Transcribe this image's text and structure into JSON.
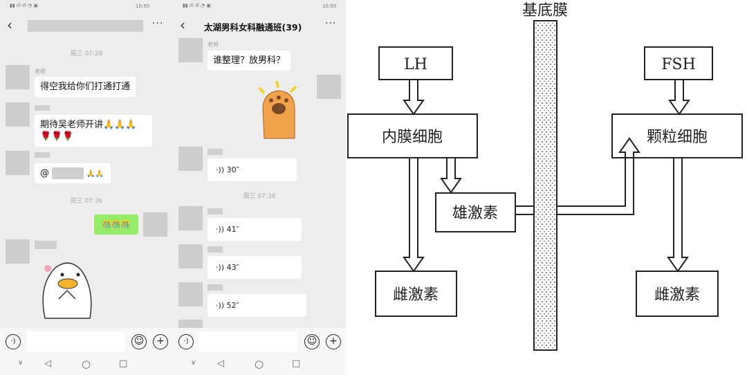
{
  "left_chat": {
    "status_time": "10:50",
    "messages": [
      {
        "time": "周三 07:28"
      },
      {
        "sender": "老师",
        "text": "得空我给你们打通打通"
      },
      {
        "text": "期待吴老师开讲🙏🙏🙏🌹🌹🌹"
      },
      {
        "text": "@",
        "emoji": "🙏🙏"
      },
      {
        "time": "周三 07:36"
      },
      {
        "text": "🎊🎊🎊",
        "outgoing": true
      }
    ]
  },
  "right_chat": {
    "status_time": "10:50",
    "title": "太湖男科女科融通班(39)",
    "sender": "老师",
    "question": "谁整理？放男科？",
    "voice1": "30″",
    "time": "周三 07:38",
    "voice2": "41″",
    "voice3": "43″",
    "voice4": "52″"
  },
  "common": {
    "more": "···",
    "back": "‹"
  },
  "diagram": {
    "membrane": "基底膜",
    "lh": "LH",
    "fsh": "FSH",
    "theca": "内膜细胞",
    "granulosa": "颗粒细胞",
    "androgen": "雄激素",
    "estrogen_left": "雌激素",
    "estrogen_right": "雌激素"
  }
}
